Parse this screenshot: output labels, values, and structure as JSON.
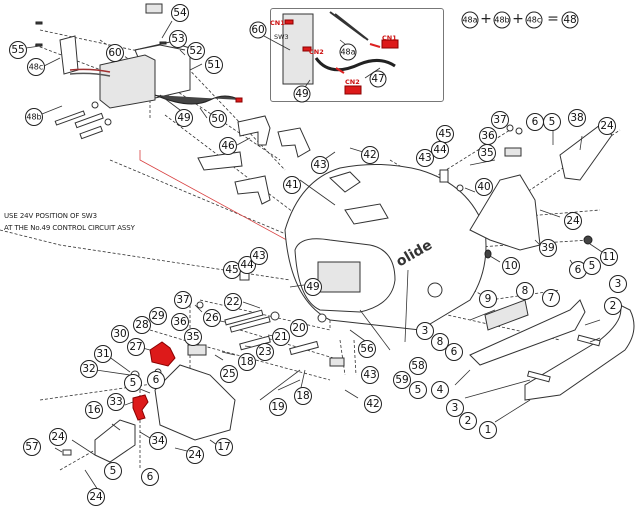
{
  "diagram": {
    "type": "exploded-parts-diagram",
    "note_lines": [
      "USE 24V POSITION OF SW3",
      "AT THE No.49 CONTROL CIRCUIT ASSY"
    ],
    "equation": {
      "terms": [
        "48a",
        "48b",
        "48c"
      ],
      "plus": "+",
      "equals": "=",
      "result": "48"
    },
    "inset": {
      "connector_labels": [
        "CN1",
        "CN2",
        "CN1",
        "CN2"
      ],
      "switch_label": "SW3",
      "callouts": [
        "60",
        "49",
        "48a",
        "47"
      ]
    },
    "logo_text": "olide",
    "callouts": [
      {
        "id": "c54",
        "label": "54"
      },
      {
        "id": "c53",
        "label": "53"
      },
      {
        "id": "c55",
        "label": "55"
      },
      {
        "id": "c48c",
        "label": "48c"
      },
      {
        "id": "c60",
        "label": "60"
      },
      {
        "id": "c52",
        "label": "52"
      },
      {
        "id": "c51",
        "label": "51"
      },
      {
        "id": "c48b",
        "label": "48b"
      },
      {
        "id": "c49a",
        "label": "49"
      },
      {
        "id": "c50",
        "label": "50"
      },
      {
        "id": "c46",
        "label": "46"
      },
      {
        "id": "c43a",
        "label": "43"
      },
      {
        "id": "c42a",
        "label": "42"
      },
      {
        "id": "c41",
        "label": "41"
      },
      {
        "id": "c45a",
        "label": "45"
      },
      {
        "id": "c44a",
        "label": "44"
      },
      {
        "id": "c43b",
        "label": "43"
      },
      {
        "id": "c37a",
        "label": "37"
      },
      {
        "id": "c36a",
        "label": "36"
      },
      {
        "id": "c35a",
        "label": "35"
      },
      {
        "id": "c6a",
        "label": "6"
      },
      {
        "id": "c5a",
        "label": "5"
      },
      {
        "id": "c38",
        "label": "38"
      },
      {
        "id": "c24a",
        "label": "24"
      },
      {
        "id": "c40",
        "label": "40"
      },
      {
        "id": "c24b",
        "label": "24"
      },
      {
        "id": "c39",
        "label": "39"
      },
      {
        "id": "c11",
        "label": "11"
      },
      {
        "id": "c10",
        "label": "10"
      },
      {
        "id": "c6b",
        "label": "6"
      },
      {
        "id": "c5b",
        "label": "5"
      },
      {
        "id": "c9",
        "label": "9"
      },
      {
        "id": "c8a",
        "label": "8"
      },
      {
        "id": "c7",
        "label": "7"
      },
      {
        "id": "c3a",
        "label": "3"
      },
      {
        "id": "c2a",
        "label": "2"
      },
      {
        "id": "c3b",
        "label": "3"
      },
      {
        "id": "c8b",
        "label": "8"
      },
      {
        "id": "c6c",
        "label": "6"
      },
      {
        "id": "c5c",
        "label": "5"
      },
      {
        "id": "c4",
        "label": "4"
      },
      {
        "id": "c3c",
        "label": "3"
      },
      {
        "id": "c2b",
        "label": "2"
      },
      {
        "id": "c1",
        "label": "1"
      },
      {
        "id": "c58",
        "label": "58"
      },
      {
        "id": "c59",
        "label": "59"
      },
      {
        "id": "c56",
        "label": "56"
      },
      {
        "id": "c43c",
        "label": "43"
      },
      {
        "id": "c42b",
        "label": "42"
      },
      {
        "id": "c18a",
        "label": "18"
      },
      {
        "id": "c19",
        "label": "19"
      },
      {
        "id": "c45b",
        "label": "45"
      },
      {
        "id": "c44b",
        "label": "44"
      },
      {
        "id": "c43d",
        "label": "43"
      },
      {
        "id": "c49b",
        "label": "49"
      },
      {
        "id": "c22",
        "label": "22"
      },
      {
        "id": "c20",
        "label": "20"
      },
      {
        "id": "c21",
        "label": "21"
      },
      {
        "id": "c23",
        "label": "23"
      },
      {
        "id": "c18b",
        "label": "18"
      },
      {
        "id": "c25",
        "label": "25"
      },
      {
        "id": "c26",
        "label": "26"
      },
      {
        "id": "c37b",
        "label": "37"
      },
      {
        "id": "c36b",
        "label": "36"
      },
      {
        "id": "c35b",
        "label": "35"
      },
      {
        "id": "c29",
        "label": "29"
      },
      {
        "id": "c28",
        "label": "28"
      },
      {
        "id": "c30",
        "label": "30"
      },
      {
        "id": "c27",
        "label": "27"
      },
      {
        "id": "c31",
        "label": "31"
      },
      {
        "id": "c32",
        "label": "32"
      },
      {
        "id": "c6d",
        "label": "6"
      },
      {
        "id": "c5d",
        "label": "5"
      },
      {
        "id": "c33",
        "label": "33"
      },
      {
        "id": "c16",
        "label": "16"
      },
      {
        "id": "c34",
        "label": "34"
      },
      {
        "id": "c17",
        "label": "17"
      },
      {
        "id": "c24c",
        "label": "24"
      },
      {
        "id": "c24d",
        "label": "24"
      },
      {
        "id": "c57",
        "label": "57"
      },
      {
        "id": "c5e",
        "label": "5"
      },
      {
        "id": "c6e",
        "label": "6"
      },
      {
        "id": "c24e",
        "label": "24"
      }
    ],
    "highlight_color": "#dd1a1a"
  }
}
